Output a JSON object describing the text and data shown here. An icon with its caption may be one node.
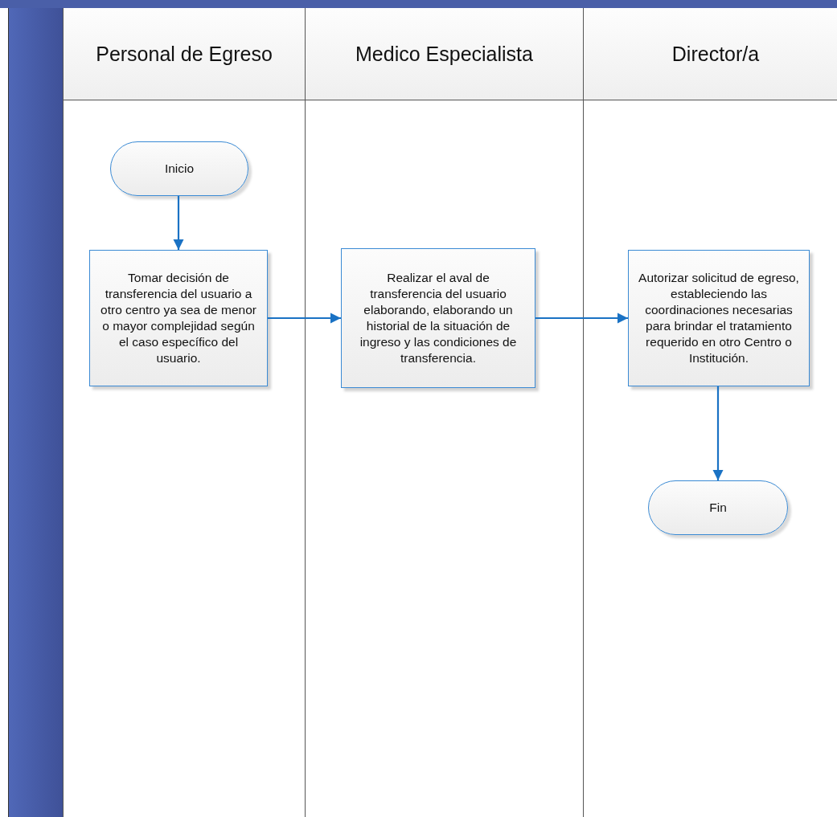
{
  "diagram": {
    "nodes": [
      {
        "text": [
          "Personal de Egreso"
        ]
      },
      {
        "text": [
          "Medico Especialista"
        ]
      },
      {
        "text": [
          "Director/a"
        ]
      },
      {
        "text": [
          "Inicio"
        ],
        "in": 0
      },
      {
        "text": [
          "Tomar decisión de transferencia del usuario a otro centro ya sea de menor o mayor complejidad según el caso específico del usuario."
        ],
        "in": 0
      },
      {
        "text": [
          "Realizar el aval de transferencia del usuario elaborando, elaborando un historial de la situación de ingreso y las condiciones de transferencia."
        ],
        "in": 1
      },
      {
        "text": [
          "Autorizar solicitud de egreso, estableciendo las coordinaciones necesarias para brindar  el tratamiento requerido en otro Centro o Institución."
        ],
        "in": 2
      },
      {
        "text": [
          "Fin"
        ],
        "in": 2
      }
    ],
    "edges": [
      {
        "from": 3,
        "to": 4,
        "arrow": "to"
      },
      {
        "from": 4,
        "to": 5,
        "arrow": "to"
      },
      {
        "from": 5,
        "to": 6,
        "arrow": "to"
      },
      {
        "from": 6,
        "to": 7,
        "arrow": "to"
      }
    ]
  }
}
